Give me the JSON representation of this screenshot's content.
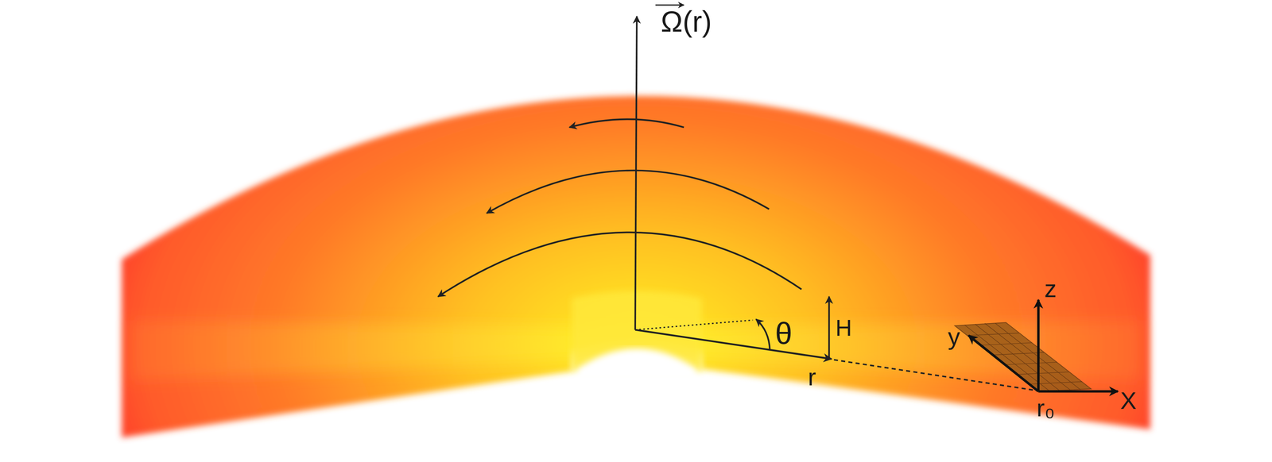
{
  "diagram": {
    "labels": [
      "Ω(r)",
      "θ",
      "H",
      "r",
      "r₀",
      "X",
      "y",
      "z"
    ]
  }
}
